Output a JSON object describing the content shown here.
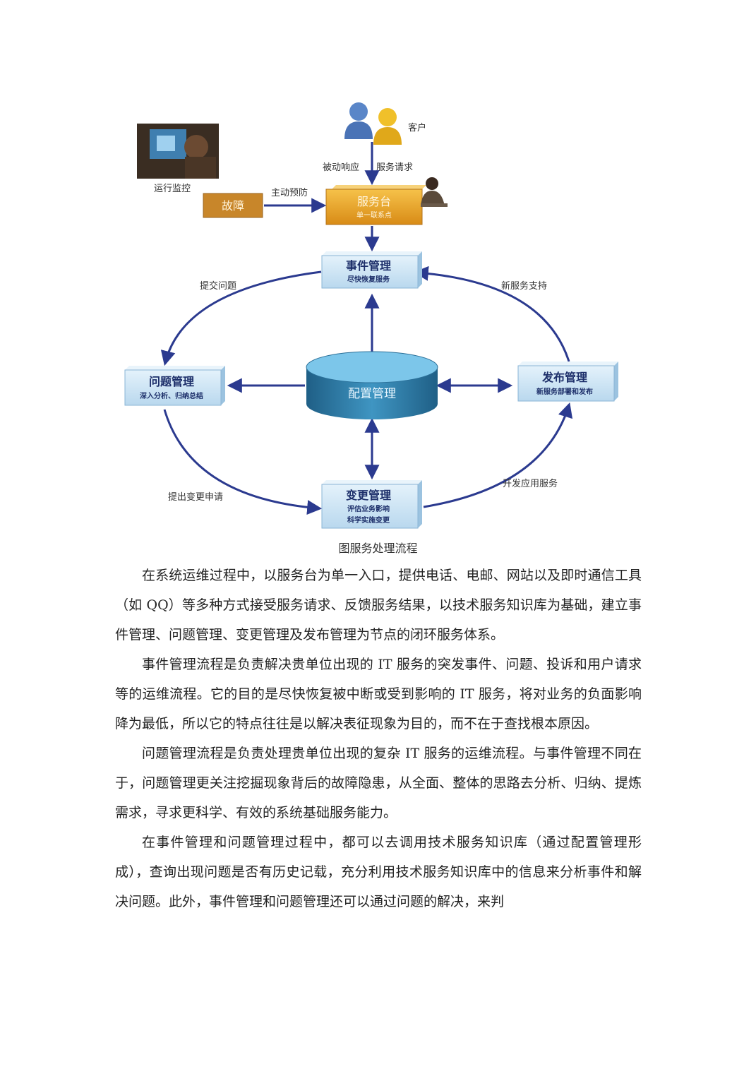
{
  "diagram": {
    "customer_label": "客户",
    "monitor_label": "运行监控",
    "fault_label": "故障",
    "proactive_label": "主动预防",
    "passive_label": "被动响应",
    "service_request_label": "服务请求",
    "service_desk": {
      "title": "服务台",
      "subtitle": "单一联系点"
    },
    "incident": {
      "title": "事件管理",
      "subtitle": "尽快恢复服务"
    },
    "problem": {
      "title": "问题管理",
      "subtitle": "深入分析、归纳总结"
    },
    "config": {
      "title": "配置管理"
    },
    "release": {
      "title": "发布管理",
      "subtitle": "新服务部署和发布"
    },
    "change": {
      "title": "变更管理",
      "subtitle_1": "评估业务影响",
      "subtitle_2": "科学实施变更"
    },
    "submit_problem_label": "提交问题",
    "new_service_support_label": "新服务支持",
    "propose_change_label": "提出变更申请",
    "develop_app_label": "开发应用服务"
  },
  "caption": "图服务处理流程",
  "paragraphs": [
    "在系统运维过程中，以服务台为单一入口，提供电话、电邮、网站以及即时通信工具（如 QQ）等多种方式接受服务请求、反馈服务结果，以技术服务知识库为基础，建立事件管理、问题管理、变更管理及发布管理为节点的闭环服务体系。",
    "事件管理流程是负责解决贵单位出现的 IT 服务的突发事件、问题、投诉和用户请求等的运维流程。它的目的是尽快恢复被中断或受到影响的 IT 服务，将对业务的负面影响降为最低，所以它的特点往往是以解决表征现象为目的，而不在于查找根本原因。",
    "问题管理流程是负责处理贵单位出现的复杂 IT 服务的运维流程。与事件管理不同在于，问题管理更关注挖掘现象背后的故障隐患，从全面、整体的思路去分析、归纳、提炼需求，寻求更科学、有效的系统基础服务能力。",
    "在事件管理和问题管理过程中，都可以去调用技术服务知识库（通过配置管理形成），查询出现问题是否有历史记载，充分利用技术服务知识库中的信息来分析事件和解决问题。此外，事件管理和问题管理还可以通过问题的解决，来判"
  ],
  "colors": {
    "arrow": "#2b3a8f",
    "box_fill": "#cfe6f5",
    "desk_fill": "#e8a52a",
    "fault_fill": "#c8862a"
  }
}
